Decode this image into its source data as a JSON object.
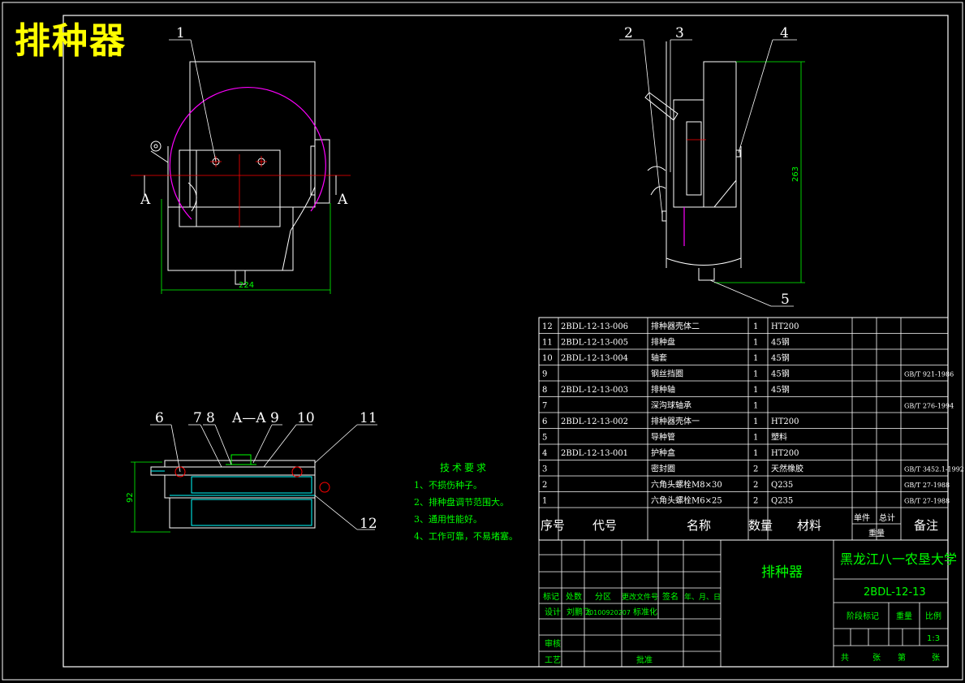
{
  "drawing_title": "排种器",
  "part_balloons": [
    "1",
    "2",
    "3",
    "4",
    "5",
    "6",
    "7",
    "8",
    "9",
    "10",
    "11",
    "12"
  ],
  "section_mark": "A",
  "section_title": "A—A",
  "dimensions": {
    "front_width": "224",
    "side_height": "263",
    "section_height": "92"
  },
  "tech_requirements": {
    "heading": "技术要求",
    "items": [
      "1、不损伤种子。",
      "2、排种盘调节范围大。",
      "3、通用性能好。",
      "4、工作可靠，不易堵塞。"
    ]
  },
  "bom": {
    "header": {
      "seq": "序号",
      "code": "代号",
      "name": "名称",
      "qty": "数量",
      "material": "材料",
      "unit": "单件",
      "total": "总计",
      "weight": "重量",
      "note": "备注"
    },
    "rows": [
      {
        "seq": "12",
        "code": "2BDL-12-13-006",
        "name": "排种器壳体二",
        "qty": "1",
        "material": "HT200",
        "note": ""
      },
      {
        "seq": "11",
        "code": "2BDL-12-13-005",
        "name": "排种盘",
        "qty": "1",
        "material": "45钢",
        "note": ""
      },
      {
        "seq": "10",
        "code": "2BDL-12-13-004",
        "name": "轴套",
        "qty": "1",
        "material": "45钢",
        "note": ""
      },
      {
        "seq": "9",
        "code": "",
        "name": "钢丝挡圈",
        "qty": "1",
        "material": "45钢",
        "note": "GB/T 921-1986"
      },
      {
        "seq": "8",
        "code": "2BDL-12-13-003",
        "name": "排种轴",
        "qty": "1",
        "material": "45钢",
        "note": ""
      },
      {
        "seq": "7",
        "code": "",
        "name": "深沟球轴承",
        "qty": "1",
        "material": "",
        "note": "GB/T 276-1994"
      },
      {
        "seq": "6",
        "code": "2BDL-12-13-002",
        "name": "排种器壳体一",
        "qty": "1",
        "material": "HT200",
        "note": ""
      },
      {
        "seq": "5",
        "code": "",
        "name": "导种管",
        "qty": "1",
        "material": "塑料",
        "note": ""
      },
      {
        "seq": "4",
        "code": "2BDL-12-13-001",
        "name": "护种盒",
        "qty": "1",
        "material": "HT200",
        "note": ""
      },
      {
        "seq": "3",
        "code": "",
        "name": "密封圈",
        "qty": "2",
        "material": "天然橡胶",
        "note": "GB/T 3452.1-1992"
      },
      {
        "seq": "2",
        "code": "",
        "name": "六角头螺栓M8×30",
        "qty": "2",
        "material": "Q235",
        "note": "GB/T 27-1988"
      },
      {
        "seq": "1",
        "code": "",
        "name": "六角头螺栓M6×25",
        "qty": "2",
        "material": "Q235",
        "note": "GB/T 27-1988"
      }
    ]
  },
  "title_block": {
    "drawing_name": "排种器",
    "school": "黑龙江八一农垦大学",
    "drawing_no": "2BDL-12-13",
    "labels": {
      "mark": "标记",
      "count": "处数",
      "zone": "分区",
      "change_doc": "更改文件号",
      "sign": "签名",
      "date": "年、月、日",
      "design": "设计",
      "standardize": "标准化",
      "review": "审核",
      "process": "工艺",
      "approve": "批准",
      "stage": "阶段标记",
      "weight": "重量",
      "scale": "比例",
      "total_sheets": "共",
      "sheets": "张",
      "sheet_no": "第"
    },
    "designer": "刘鹏飞",
    "design_date": "20100920207",
    "scale": "1:3"
  },
  "colors": {
    "frame": "#ffffff",
    "outline": "#ffffff",
    "centerline": "#ff0000",
    "arc": "#ff00ff",
    "dimension": "#00ff00",
    "hidden": "#00ffff",
    "title": "#ffff00"
  }
}
